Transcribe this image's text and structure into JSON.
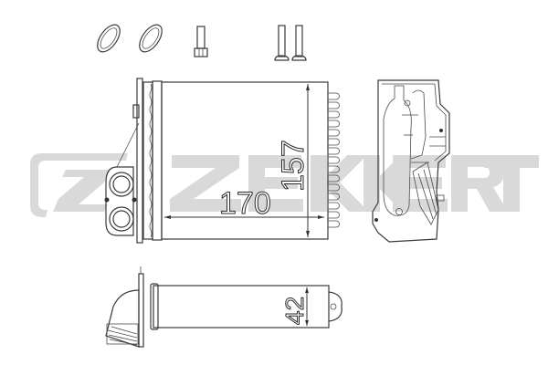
{
  "watermark": {
    "brand": "ZEKKERT",
    "logo_letter": "Z",
    "letters": [
      "Z",
      "E",
      "K",
      "K",
      "E",
      "R",
      "T"
    ],
    "color": "#d9d9d9"
  },
  "drawing": {
    "subject": "heater-core-radiator",
    "line_color": "#3a3a3a",
    "background": "#ffffff",
    "dimensions": {
      "width": "170",
      "height": "157",
      "depth": "42"
    },
    "accessories": [
      {
        "name": "o-ring-seal",
        "count": 2
      },
      {
        "name": "hex-bolt",
        "count": 1
      },
      {
        "name": "pan-head-screw",
        "count": 2
      }
    ],
    "views": [
      "front-view",
      "side-view",
      "top-view"
    ]
  }
}
